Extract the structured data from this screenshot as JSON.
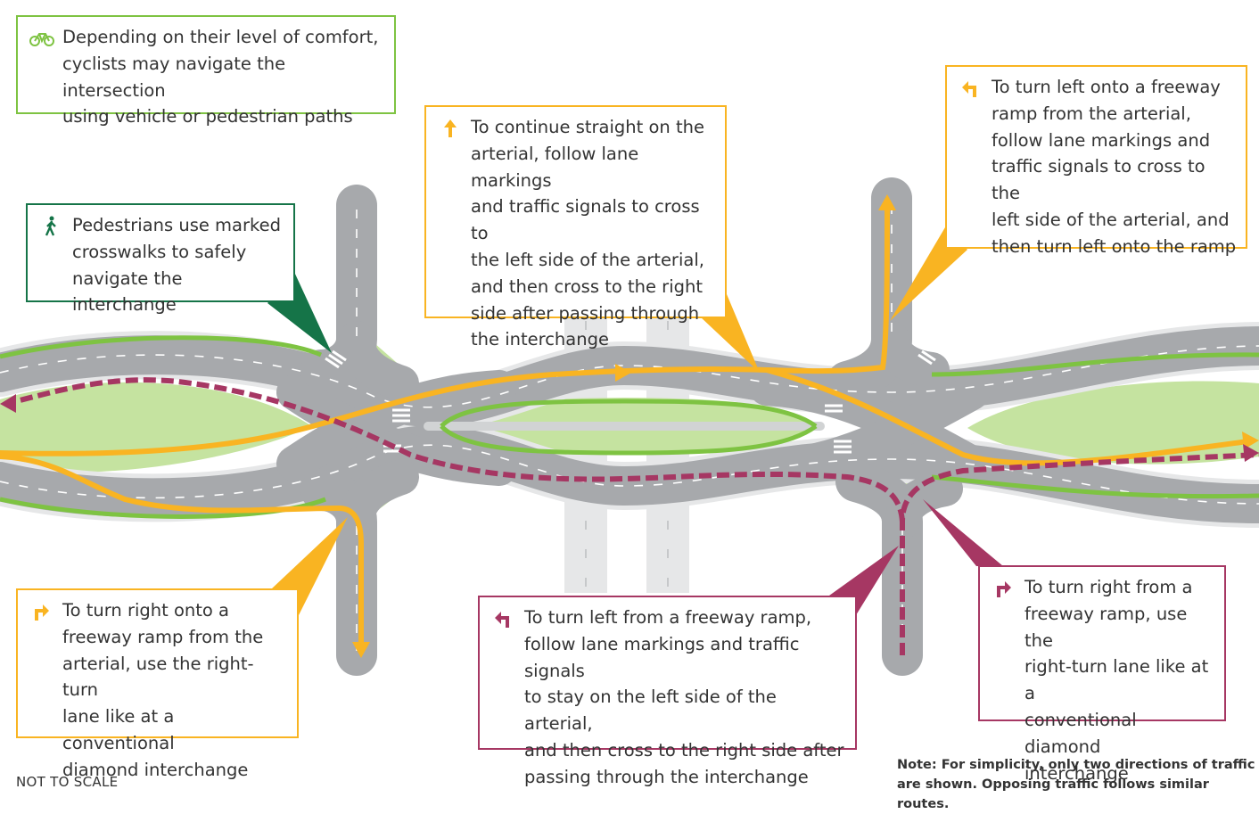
{
  "colors": {
    "road": "#a7a9ac",
    "road_edge": "#d1d3d4",
    "grass": "#c5e3a0",
    "bike": "#7ec342",
    "vehicle_path": "#f9b422",
    "ramp_path": "#a63763",
    "ped_box": "#157448",
    "bike_box": "#7ec342"
  },
  "callouts": {
    "cyclists": {
      "icon": "bicycle-icon",
      "text": "Depending on their level of comfort,\ncyclists may navigate the intersection\nusing vehicle or pedestrian paths"
    },
    "pedestrians": {
      "icon": "pedestrian-icon",
      "text": "Pedestrians use marked\ncrosswalks to safely\nnavigate the interchange"
    },
    "straight": {
      "icon": "arrow-up-icon",
      "text": "To continue straight on the\narterial, follow lane markings\nand traffic signals to cross to\nthe left side of the arterial,\nand then cross to the right\nside after passing through\nthe interchange"
    },
    "left_onto_ramp": {
      "icon": "turn-left-icon",
      "text": "To turn left onto a freeway\nramp from the arterial,\nfollow lane markings and\ntraffic signals to cross to the\nleft side of the arterial, and\nthen turn left onto the ramp"
    },
    "right_onto_ramp": {
      "icon": "turn-right-icon",
      "text": "To turn right onto a\nfreeway ramp from the\narterial, use the right-turn\nlane like at a conventional\ndiamond interchange"
    },
    "left_from_ramp": {
      "icon": "turn-left-icon",
      "text": "To turn left from a freeway ramp,\nfollow lane markings and traffic signals\nto stay on the left side of the arterial,\nand then cross to the right side after\npassing through the interchange"
    },
    "right_from_ramp": {
      "icon": "turn-right-icon",
      "text": "To turn right from a\nfreeway ramp, use the\nright-turn lane like at a\nconventional diamond\ninterchange"
    }
  },
  "footer": {
    "scale": "NOT TO SCALE",
    "note": "Note: For simplicity, only two directions of traffic\nare shown. Opposing traffic follows similar routes."
  }
}
